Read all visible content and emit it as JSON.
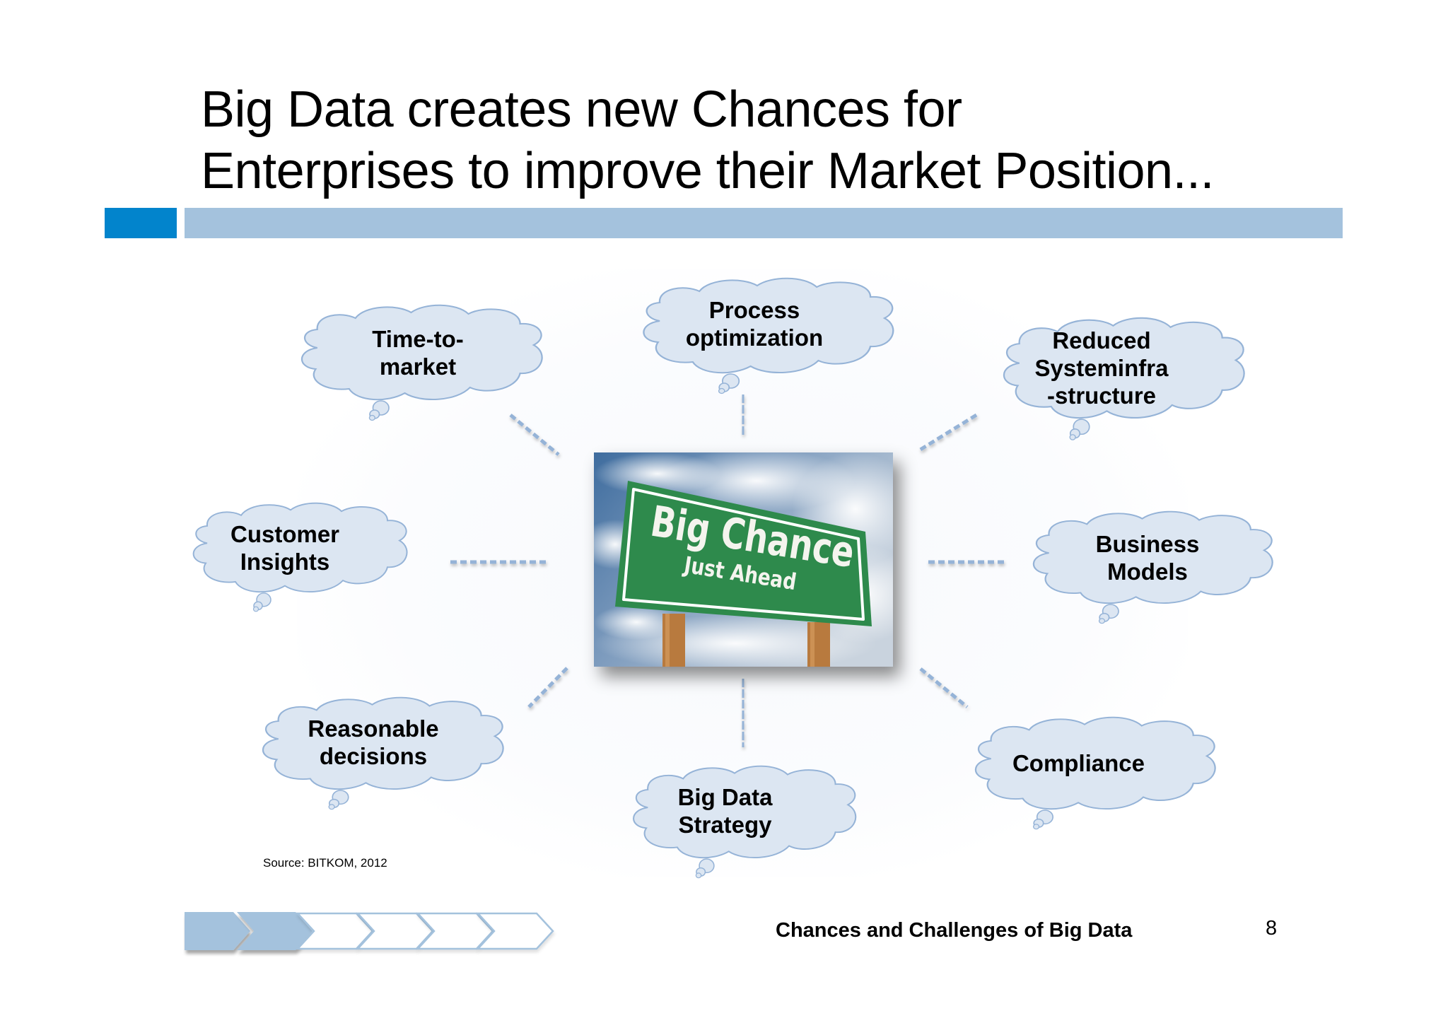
{
  "slide": {
    "title_lines": [
      "Big Data creates new Chances for",
      "Enterprises to improve their Market Position..."
    ],
    "colors": {
      "accent_blue": "#0284CC",
      "bar_light_blue": "#A4C2DD",
      "cloud_fill": "#DCE6F2",
      "cloud_stroke": "#95B3D7",
      "connector": "#95B3D7",
      "sign_green": "#2E8A4C"
    }
  },
  "center_image": {
    "description": "Road sign photo",
    "sign_line1": "Big Chance",
    "sign_line2": "Just Ahead"
  },
  "clouds": [
    {
      "id": "time-to-market",
      "lines": [
        "Time-to-",
        "market"
      ]
    },
    {
      "id": "process-optimization",
      "lines": [
        "Process",
        "optimization"
      ]
    },
    {
      "id": "reduced-systeminfrastructure",
      "lines": [
        "Reduced",
        "Systeminfra",
        "-structure"
      ]
    },
    {
      "id": "customer-insights",
      "lines": [
        "Customer",
        "Insights"
      ]
    },
    {
      "id": "business-models",
      "lines": [
        "Business",
        "Models"
      ]
    },
    {
      "id": "reasonable-decisions",
      "lines": [
        "Reasonable",
        "decisions"
      ]
    },
    {
      "id": "big-data-strategy",
      "lines": [
        "Big Data",
        "Strategy"
      ]
    },
    {
      "id": "compliance",
      "lines": [
        "Compliance"
      ]
    }
  ],
  "source": "Source: BITKOM, 2012",
  "footer": {
    "title": "Chances and Challenges of Big Data",
    "page_number": "8",
    "progress": {
      "total_steps": 6,
      "filled_steps": 2
    }
  }
}
